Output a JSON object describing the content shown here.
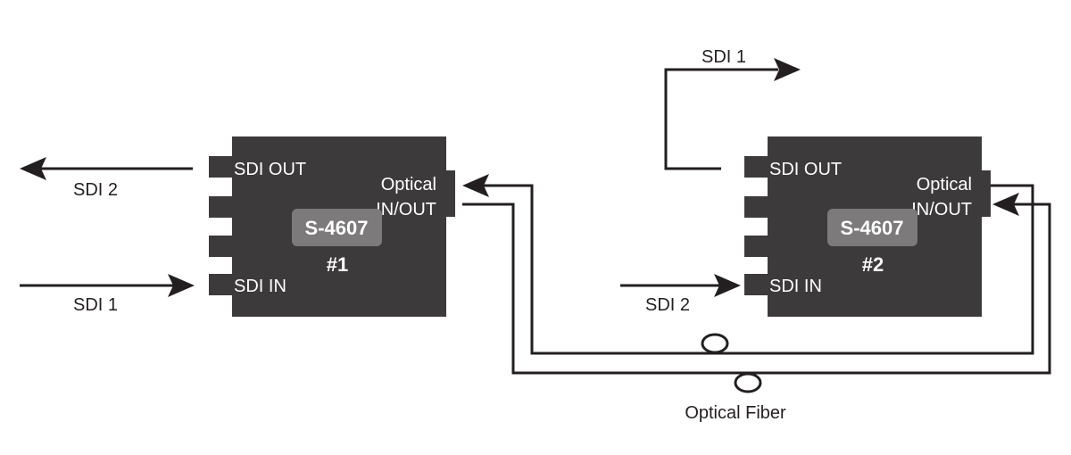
{
  "devices": [
    {
      "model": "S-4607",
      "number": "#1",
      "sdi_out_label": "SDI OUT",
      "sdi_in_label": "SDI IN",
      "optical_label_line1": "Optical",
      "optical_label_line2": "IN/OUT"
    },
    {
      "model": "S-4607",
      "number": "#2",
      "sdi_out_label": "SDI OUT",
      "sdi_in_label": "SDI IN",
      "optical_label_line1": "Optical",
      "optical_label_line2": "IN/OUT"
    }
  ],
  "signals": {
    "dev1_out": "SDI 2",
    "dev1_in": "SDI 1",
    "dev2_out": "SDI 1",
    "dev2_in": "SDI 2"
  },
  "fiber_label": "Optical Fiber",
  "colors": {
    "device_body": "#3d3a3b",
    "badge": "#7c7a7a",
    "line": "#231f20"
  }
}
